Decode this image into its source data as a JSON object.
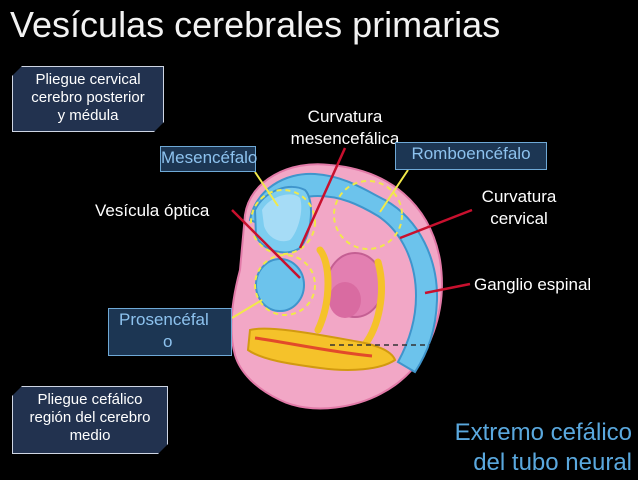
{
  "title": "Vesículas cerebrales primarias",
  "boxes": {
    "cervical_fold": [
      "Pliegue cervical",
      "cerebro posterior",
      "y médula"
    ],
    "cephalic_fold": [
      "Pliegue cefálico",
      "región del cerebro",
      "medio"
    ]
  },
  "labels": {
    "mesencephalic_curvature": [
      "Curvatura",
      "mesencefálica"
    ],
    "mesencephalon": "Mesencéfalo",
    "rhombencephalon": "Romboencéfalo",
    "optic_vesicle": "Vesícula óptica",
    "cervical_curvature": [
      "Curvatura",
      "cervical"
    ],
    "spinal_ganglion": "Ganglio espinal",
    "prosencephalon": [
      "Prosencéfal",
      "o"
    ]
  },
  "footer": [
    "Extremo cefálico",
    "del tubo neural"
  ],
  "colors": {
    "background": "#000000",
    "blue_box_text": "#8dc2ee",
    "footer_text": "#5aa8de",
    "embryo_pink": "#f2a7c6",
    "neural_blue": "#6cc3ec",
    "leader_red": "#c8102e",
    "leader_yellow": "#f1e94a"
  }
}
